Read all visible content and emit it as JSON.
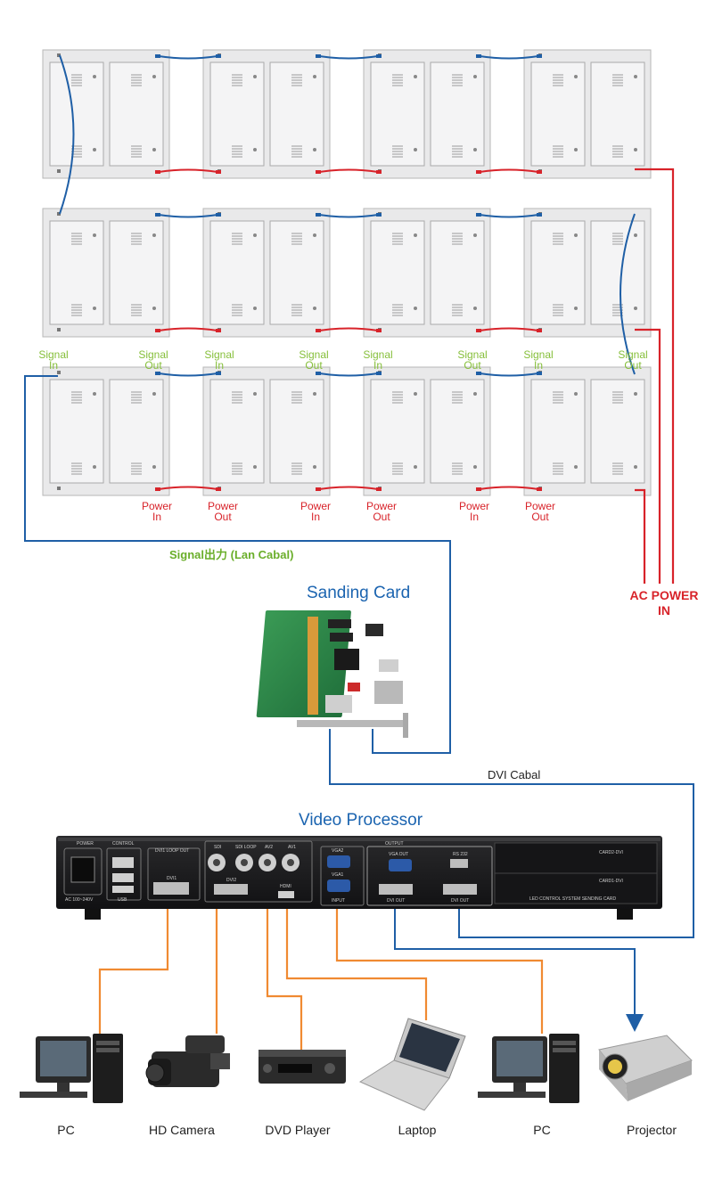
{
  "colors": {
    "signal": "#1f5fa6",
    "power": "#d8232a",
    "orange": "#f08a32",
    "label_green": "#86bf3a",
    "label_red": "#d8232a",
    "title_blue": "#1b64b0",
    "panel_fill": "#e9e9ea",
    "panel_stroke": "#b7b7b7"
  },
  "led_wall": {
    "rows": 3,
    "cols": 4,
    "signal_labels": [
      "Signal In",
      "Signal Out",
      "Signal In",
      "Signal Out",
      "Signal In",
      "Signal Out",
      "Signal In",
      "Signal Out"
    ],
    "power_labels": [
      "Power In",
      "Power Out",
      "Power In",
      "Power Out",
      "Power In",
      "Power Out"
    ]
  },
  "labels": {
    "signal_in_1": "Signal",
    "signal_in_2": "In",
    "signal_out_1": "Signal",
    "signal_out_2": "Out",
    "power_in_1": "Power",
    "power_in_2": "In",
    "power_out_1": "Power",
    "power_out_2": "Out",
    "signal_output_cable": "Signal出力 (Lan Cabal)",
    "ac_power_line1": "AC POWER",
    "ac_power_line2": "IN",
    "sending_card_title": "Sanding Card",
    "dvi_cable": "DVI Cabal",
    "video_processor_title": "Video Processor"
  },
  "processor_panel": {
    "power": "POWER",
    "control": "CONTROL",
    "ac_rating": "AC 100~240V",
    "usb": "USB",
    "dvi1_loop_out": "DVI1 LOOP OUT",
    "dvi1": "DVI1",
    "sdi": "SDI",
    "sdi_loop": "SDI LOOP",
    "av2": "AV2",
    "av1": "AV1",
    "dvi2": "DVI2",
    "hdmi": "HDMI",
    "vga2": "VGA2",
    "vga1": "VGA1",
    "input": "INPUT",
    "output": "OUTPUT",
    "vga_out": "VGA OUT",
    "rs232": "RS 232",
    "dvi_out_1": "DVI OUT",
    "dvi_out_2": "DVI OUT",
    "card2_dvi": "CARD2-DVI",
    "card1_dvi": "CARD1-DVI",
    "card_caption": "LED CONTROL SYSTEM SENDING CARD"
  },
  "devices": [
    {
      "id": "pc1",
      "icon": "pc-icon",
      "label": "PC"
    },
    {
      "id": "camera",
      "icon": "hd-camera-icon",
      "label": "HD Camera"
    },
    {
      "id": "dvd",
      "icon": "dvd-player-icon",
      "label": "DVD Player"
    },
    {
      "id": "laptop",
      "icon": "laptop-icon",
      "label": "Laptop"
    },
    {
      "id": "pc2",
      "icon": "pc-icon",
      "label": "PC"
    },
    {
      "id": "projector",
      "icon": "projector-icon",
      "label": "Projector"
    }
  ]
}
